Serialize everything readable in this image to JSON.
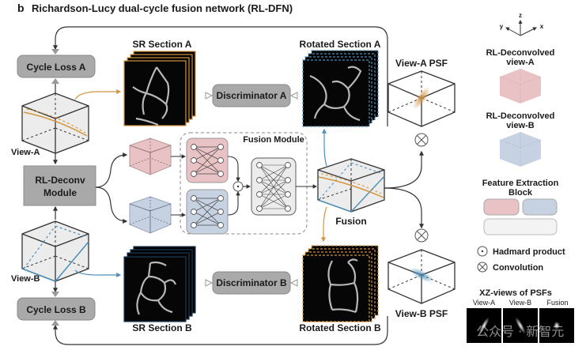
{
  "figure": {
    "panel_letter": "b",
    "title": "Richardson-Lucy dual-cycle fusion network (RL-DFN)"
  },
  "left_column": {
    "cycle_loss_a": "Cycle Loss A",
    "cycle_loss_b": "Cycle Loss B",
    "view_a": "View-A",
    "view_b": "View-B",
    "rl_deconv_line1": "RL-Deconv",
    "rl_deconv_line2": "Module"
  },
  "sections": {
    "sr_a": "SR Section A",
    "sr_b": "SR Section B",
    "rotated_a": "Rotated Section A",
    "rotated_b": "Rotated Section B",
    "discriminator_a": "Discriminator A",
    "discriminator_b": "Discriminator B"
  },
  "fusion": {
    "module_label": "Fusion Module",
    "fusion_label": "Fusion",
    "psf_a": "View-A PSF",
    "psf_b": "View-B PSF"
  },
  "legend": {
    "axes": {
      "x": "x",
      "y": "y",
      "z": "z"
    },
    "deconv_a_line1": "RL-Deconvolved",
    "deconv_a_line2": "view-A",
    "deconv_b_line1": "RL-Deconvolved",
    "deconv_b_line2": "view-B",
    "feature_block_line1": "Feature Extraction",
    "feature_block_line2": "Block",
    "hadamard": "Hadmard product",
    "convolution": "Convolution",
    "xz_title": "XZ-views of PSFs",
    "xz_labels": [
      "View-A",
      "View-B",
      "Fusion"
    ]
  },
  "watermark": "公众号 · 新智元",
  "colors": {
    "orange": "#d4953f",
    "blue": "#4d8fb8",
    "pink_fill": "#e8c2c4",
    "blue_fill": "#c6d1e2",
    "gray_box": "#a9a9a9",
    "gray_box_dark": "#8c8c8c",
    "cube_fill": "#ececec"
  }
}
